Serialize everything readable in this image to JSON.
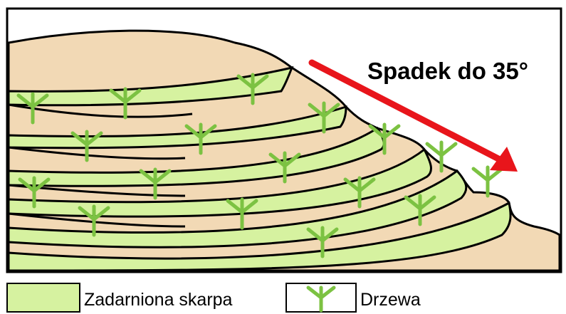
{
  "title": "Spadek do 35°",
  "legend": {
    "grassed_slope": {
      "label": "Zadarniona skarpa",
      "color": "#D6F2A0"
    },
    "trees": {
      "label": "Drzewa",
      "color": "#7CC242"
    }
  },
  "colors": {
    "soil": "#F2D9B5",
    "grass": "#D6F2A0",
    "tree": "#7CC242",
    "arrow": "#E8151B",
    "outline": "#000000"
  },
  "icons": {
    "tree": "tree-icon",
    "arrow": "slope-arrow-icon"
  }
}
